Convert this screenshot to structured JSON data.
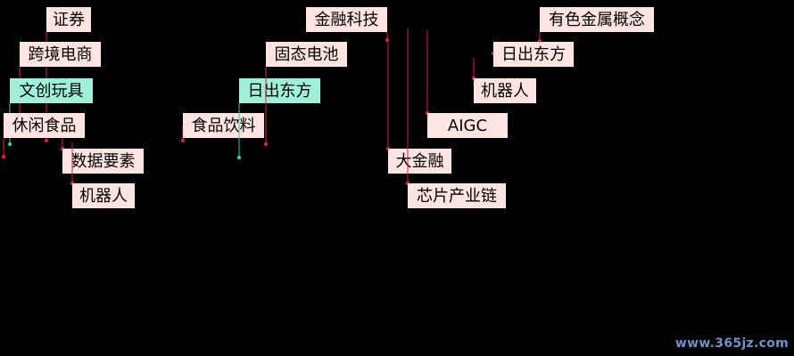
{
  "colors": {
    "background": "#000000",
    "label_fill": "#ffe4e1",
    "label_fill_highlight": "#9ef0d8",
    "line_red": "#d81e4a",
    "line_green": "#3cc8a0",
    "text": "#000000",
    "watermark": "#6a93c9"
  },
  "chart_data": {
    "type": "label-annotation",
    "labels": [
      {
        "text": "证券",
        "color": "red"
      },
      {
        "text": "跨境电商",
        "color": "red"
      },
      {
        "text": "文创玩具",
        "color": "green"
      },
      {
        "text": "休闲食品",
        "color": "red"
      },
      {
        "text": "数据要素",
        "color": "red"
      },
      {
        "text": "机器人",
        "color": "red"
      },
      {
        "text": "食品饮料",
        "color": "red"
      },
      {
        "text": "日出东方",
        "color": "green"
      },
      {
        "text": "固态电池",
        "color": "red"
      },
      {
        "text": "金融科技",
        "color": "red"
      },
      {
        "text": "大金融",
        "color": "red"
      },
      {
        "text": "芯片产业链",
        "color": "red"
      },
      {
        "text": "AIGC",
        "color": "red"
      },
      {
        "text": "有色金属概念",
        "color": "red"
      },
      {
        "text": "日出东方",
        "color": "red"
      },
      {
        "text": "机器人",
        "color": "red"
      }
    ]
  },
  "watermark": "www.365jz.com"
}
